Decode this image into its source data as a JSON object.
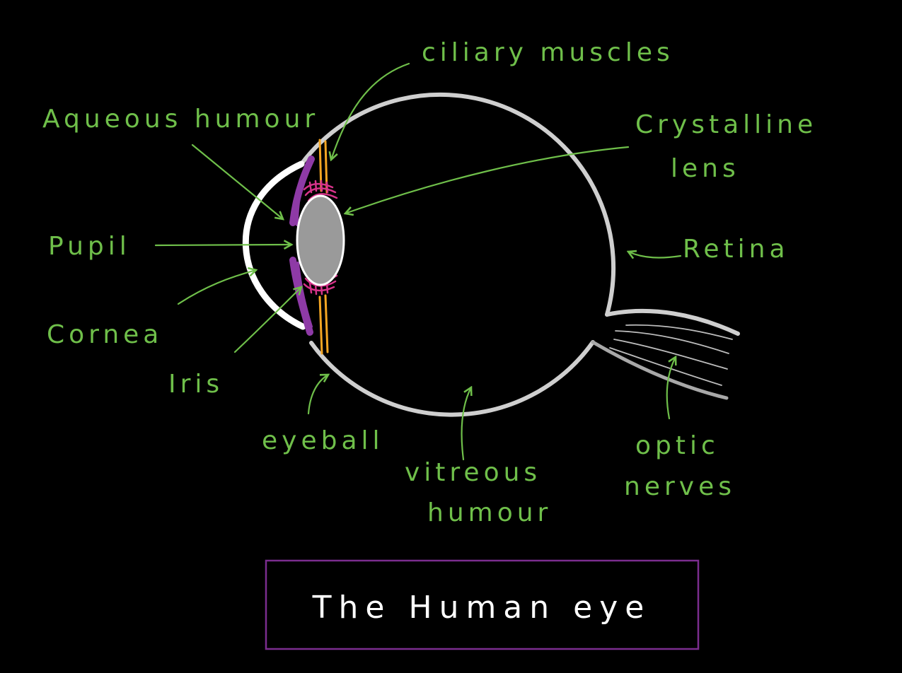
{
  "diagram": {
    "title": "The Human eye",
    "labels": {
      "ciliary_muscles": "ciliary muscles",
      "aqueous_humour": "Aqueous humour",
      "crystalline_lens_line1": "Crystalline",
      "crystalline_lens_line2": "lens",
      "pupil": "Pupil",
      "retina": "Retina",
      "cornea": "Cornea",
      "iris": "Iris",
      "eyeball": "eyeball",
      "vitreous_humour_line1": "vitreous",
      "vitreous_humour_line2": "humour",
      "optic_nerves_line1": "optic",
      "optic_nerves_line2": "nerves"
    }
  },
  "colors": {
    "background": "#000000",
    "label_green": "#6fbf4a",
    "eyeball_outline": "#cfcfcf",
    "cornea": "#ffffff",
    "lens_fill": "#9a9a9a",
    "iris_purple": "#8e3aa6",
    "ciliary_orange": "#f5a623",
    "ligament_pink": "#d6338a",
    "title_box": "#7b2d8e"
  }
}
